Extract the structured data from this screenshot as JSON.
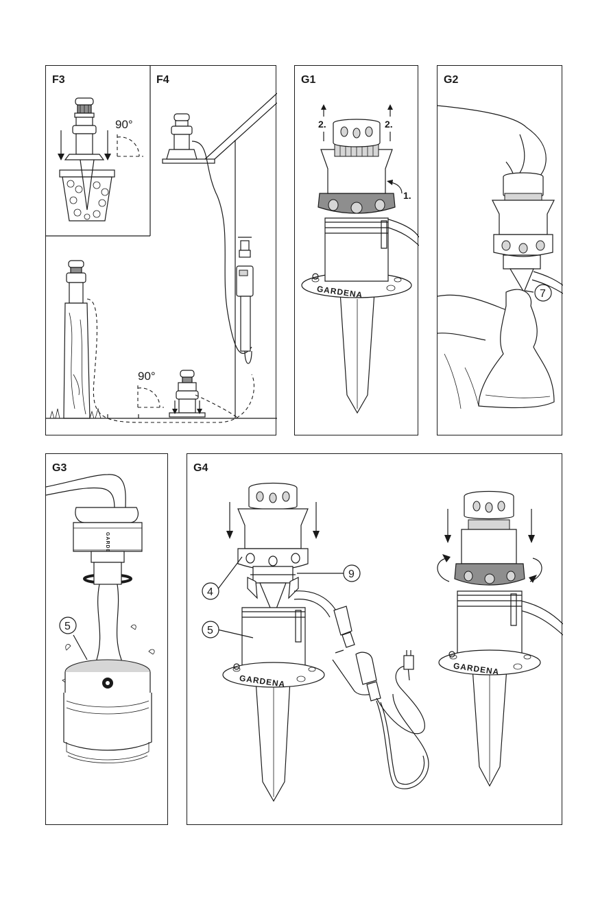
{
  "panels": {
    "f3": {
      "label": "F3",
      "angle": "90°"
    },
    "f4": {
      "label": "F4",
      "angle": "90°"
    },
    "g1": {
      "label": "G1",
      "step1": "1.",
      "step2_left": "2.",
      "step2_right": "2.",
      "brand": "GARDENA"
    },
    "g2": {
      "label": "G2",
      "callout": "7"
    },
    "g3": {
      "label": "G3",
      "callout": "5",
      "brand": "GARDENA"
    },
    "g4": {
      "label": "G4",
      "callout_4": "4",
      "callout_9": "9",
      "callout_5": "5",
      "brand_left": "GARDENA",
      "brand_right": "GARDENA"
    }
  },
  "colors": {
    "line": "#1a1a1a",
    "ring_dark": "#8e8e8e",
    "ring_light": "#d6d6d6",
    "background": "#ffffff"
  }
}
